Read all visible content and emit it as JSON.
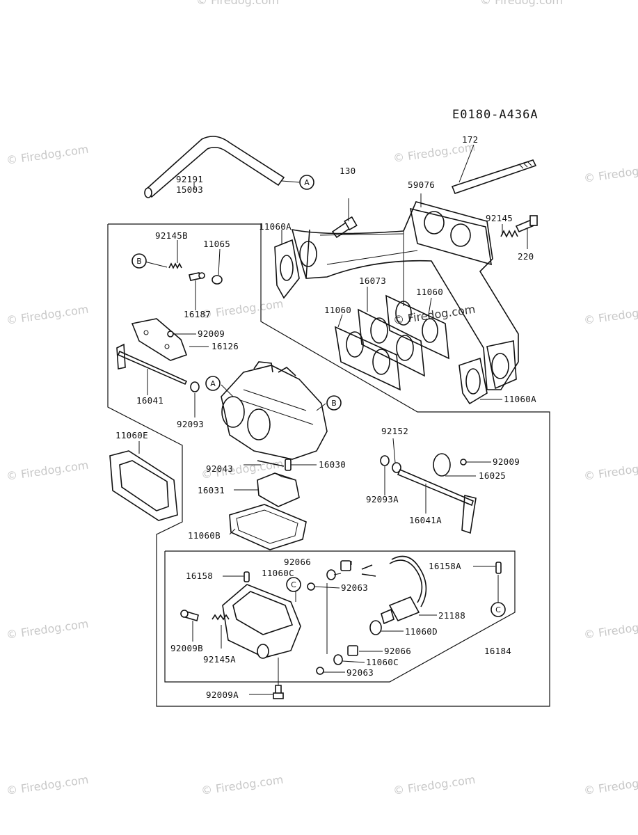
{
  "diagram_code": "E0180-A436A",
  "watermark": "© Firedog.com",
  "refs": {
    "a": "A",
    "b": "B",
    "c": "C"
  },
  "labels": {
    "p172": "172",
    "p92191": "92191",
    "p15003": "15003",
    "p130": "130",
    "p59076": "59076",
    "p92145": "92145",
    "p220": "220",
    "p11060A": "11060A",
    "p92145B": "92145B",
    "p11065": "11065",
    "p16187": "16187",
    "p16073": "16073",
    "p11060": "11060",
    "p92009": "92009",
    "p16126": "16126",
    "p16041": "16041",
    "p92093": "92093",
    "p92152": "92152",
    "p11060E": "11060E",
    "p92043": "92043",
    "p16030": "16030",
    "p16025": "16025",
    "p16031": "16031",
    "p92093A": "92093A",
    "p16041A": "16041A",
    "p11060B": "11060B",
    "p92066": "92066",
    "p16158A": "16158A",
    "p11060C": "11060C",
    "p16158": "16158",
    "p92063": "92063",
    "p21188": "21188",
    "p11060D": "11060D",
    "p92009B": "92009B",
    "p16184": "16184",
    "p92145A": "92145A",
    "p92009A": "92009A"
  }
}
